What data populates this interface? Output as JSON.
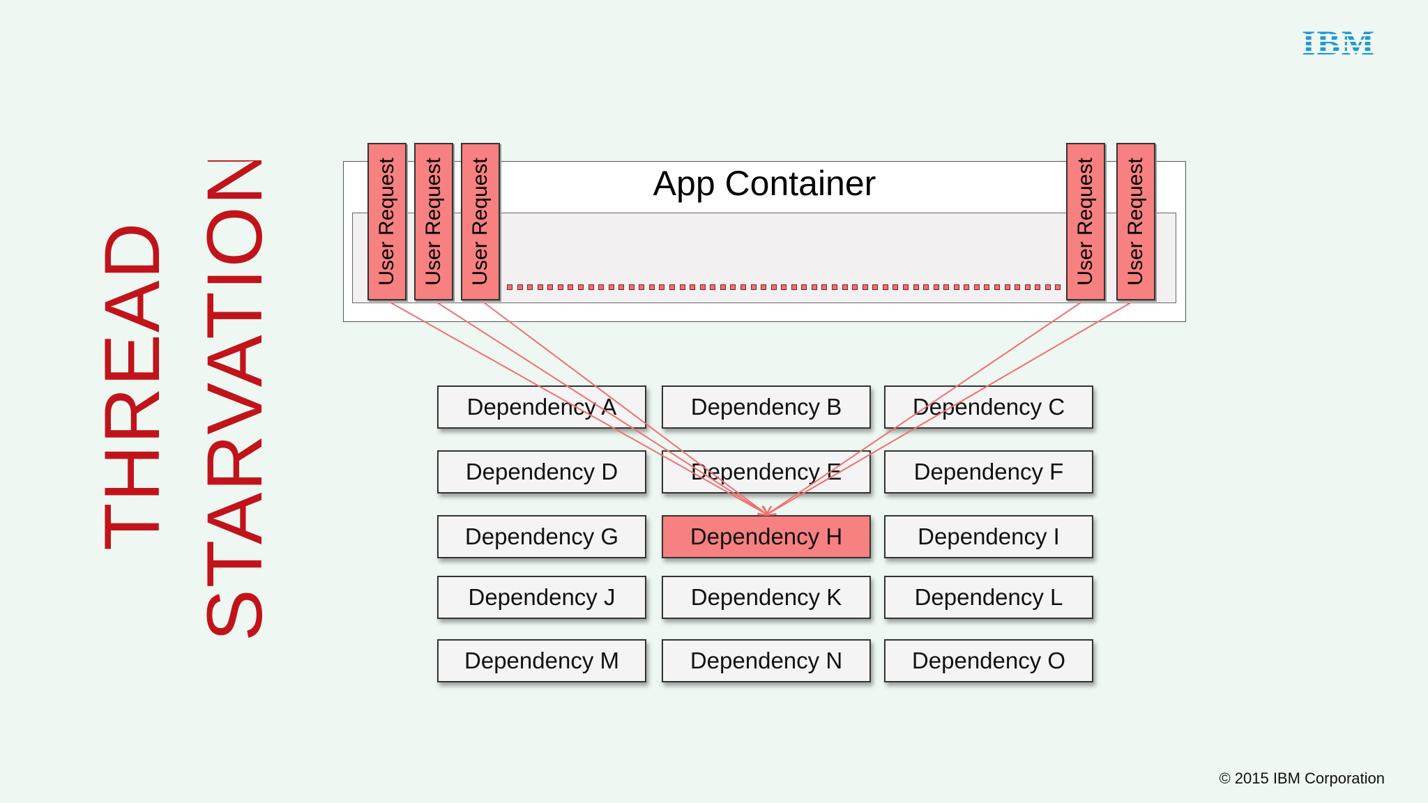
{
  "title": {
    "line1": "THREAD",
    "line2": "STARVATION!"
  },
  "logo": {
    "text": "IBM",
    "color": "#1f9ad6"
  },
  "copyright": "© 2015 IBM Corporation",
  "app_container": {
    "label": "App Container"
  },
  "threads": [
    {
      "label": "User Request"
    },
    {
      "label": "User Request"
    },
    {
      "label": "User Request"
    },
    {
      "label": "User Request"
    },
    {
      "label": "User Request"
    }
  ],
  "dependencies": [
    [
      "Dependency A",
      "Dependency B",
      "Dependency C"
    ],
    [
      "Dependency D",
      "Dependency E",
      "Dependency F"
    ],
    [
      "Dependency G",
      "Dependency H",
      "Dependency I"
    ],
    [
      "Dependency J",
      "Dependency K",
      "Dependency L"
    ],
    [
      "Dependency M",
      "Dependency N",
      "Dependency O"
    ]
  ],
  "highlighted_dependency": "Dependency H",
  "colors": {
    "title": "#c1141a",
    "thread": "#f78080",
    "arrow": "#f07070",
    "background": "#eef7f1"
  }
}
